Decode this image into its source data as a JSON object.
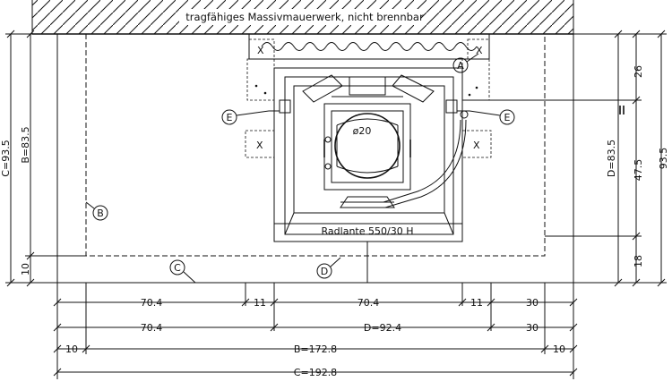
{
  "title": "tragfähiges Massivmauerwerk, nicht brennbar",
  "model_label": "Radlante 550/30 H",
  "flue_diameter": "ø20",
  "markers": {
    "a": "A",
    "b": "B",
    "c": "C",
    "d": "D",
    "e_left": "E",
    "e_right": "E",
    "x1": "X",
    "x2": "X",
    "x3": "X",
    "x4": "X"
  },
  "dimensions": {
    "row1": [
      "70.4",
      "11",
      "70.4",
      "11",
      "30"
    ],
    "row2": [
      "70.4",
      "D=92.4",
      "30"
    ],
    "row3": [
      "10",
      "B=172.8",
      "10"
    ],
    "row4": [
      "C=192.8"
    ],
    "left": [
      "C=93.5",
      "B=83.5",
      "10"
    ],
    "right_inner": [
      "26",
      "47.5",
      "18"
    ],
    "right_outer": [
      "D=83.5",
      "93.5"
    ]
  }
}
